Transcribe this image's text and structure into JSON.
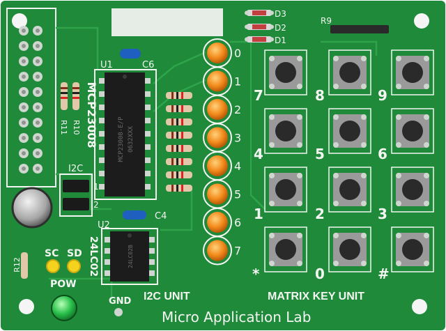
{
  "board": {
    "colors": {
      "pcb": "#1f8a3a",
      "pcb_dark": "#167030",
      "trace": "#2fa44a",
      "pad": "#cfd6cf",
      "silk": "#f4f6f2",
      "ic_body": "#1c1c1c",
      "led_orange": "#f28a1c",
      "led_green": "#28c04a",
      "cap_blue": "#1e5fbf",
      "button_cap": "#2a2a2a",
      "button_base": "#9a9a9a"
    },
    "chip_u1": {
      "ref": "U1",
      "part": "MCP23008",
      "marking_1": "MCP23008-E/P",
      "marking_2": "0632XXX"
    },
    "chip_u2": {
      "ref": "U2",
      "part": "24LC02",
      "marking": "24LC02B"
    },
    "refs": {
      "c6": "C6",
      "c4": "C4",
      "r9": "R9",
      "r11": "R11",
      "r10": "R10",
      "r12": "R12",
      "d1": "D1",
      "d2": "D2",
      "d3": "D3",
      "i2c_jumper": "I2C",
      "jumper_1": "1",
      "jumper_2": "2",
      "pow": "POW",
      "sc": "SC",
      "sd": "SD",
      "gnd": "GND"
    },
    "led_numbers": [
      "0",
      "1",
      "2",
      "3",
      "4",
      "5",
      "6",
      "7"
    ],
    "keypad_labels": [
      "7",
      "8",
      "9",
      "4",
      "5",
      "6",
      "1",
      "2",
      "3",
      "*",
      "0",
      "#"
    ],
    "section_labels": {
      "i2c_unit": "I2C UNIT",
      "matrix_key_unit": "MATRIX KEY UNIT",
      "footer": "Micro Application Lab"
    }
  }
}
